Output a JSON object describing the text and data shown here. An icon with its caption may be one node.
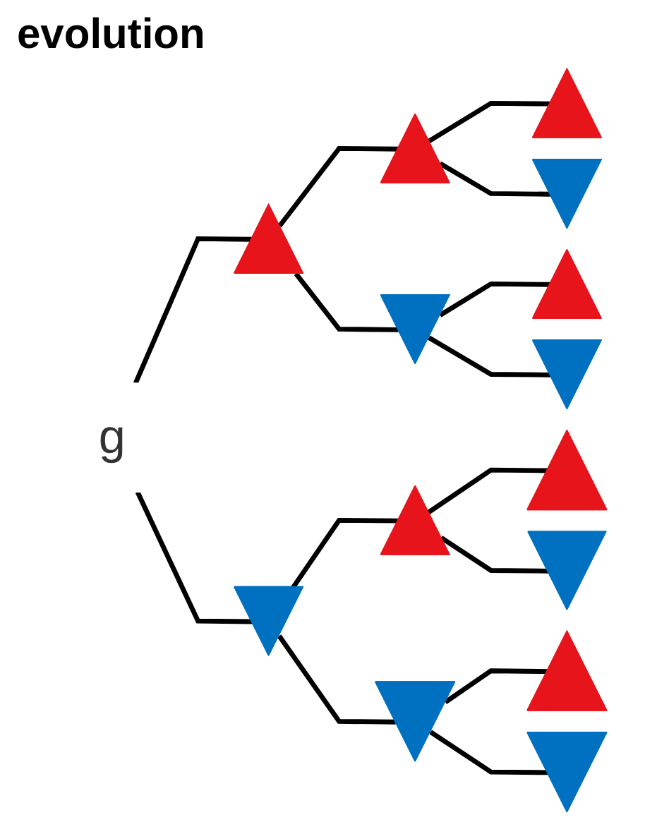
{
  "diagram": {
    "title": "evolution",
    "nodes": [
      {
        "text": [
          "g"
        ]
      },
      {
        "text": [],
        "shape": "up-arrow"
      },
      {
        "text": [],
        "shape": "up-arrow"
      },
      {
        "text": [],
        "shape": "up-arrow"
      },
      {
        "text": [],
        "shape": "down-arrow"
      },
      {
        "text": [],
        "shape": "down-arrow"
      },
      {
        "text": [],
        "shape": "up-arrow"
      },
      {
        "text": [],
        "shape": "down-arrow"
      },
      {
        "text": [],
        "shape": "down-arrow"
      },
      {
        "text": [],
        "shape": "up-arrow"
      },
      {
        "text": [],
        "shape": "up-arrow"
      },
      {
        "text": [],
        "shape": "down-arrow"
      },
      {
        "text": [],
        "shape": "down-arrow"
      },
      {
        "text": [],
        "shape": "up-arrow"
      },
      {
        "text": [],
        "shape": "down-arrow"
      }
    ],
    "edges": [
      {
        "from": 0,
        "to": 1,
        "arrow": "none"
      },
      {
        "from": 1,
        "to": 2,
        "arrow": "none"
      },
      {
        "from": 2,
        "to": 3,
        "arrow": "none"
      },
      {
        "from": 2,
        "to": 4,
        "arrow": "none"
      },
      {
        "from": 1,
        "to": 5,
        "arrow": "none"
      },
      {
        "from": 5,
        "to": 6,
        "arrow": "none"
      },
      {
        "from": 5,
        "to": 7,
        "arrow": "none"
      },
      {
        "from": 0,
        "to": 8,
        "arrow": "none"
      },
      {
        "from": 8,
        "to": 9,
        "arrow": "none"
      },
      {
        "from": 9,
        "to": 10,
        "arrow": "none"
      },
      {
        "from": 9,
        "to": 11,
        "arrow": "none"
      },
      {
        "from": 8,
        "to": 12,
        "arrow": "none"
      },
      {
        "from": 12,
        "to": 13,
        "arrow": "none"
      },
      {
        "from": 12,
        "to": 14,
        "arrow": "none"
      }
    ]
  }
}
